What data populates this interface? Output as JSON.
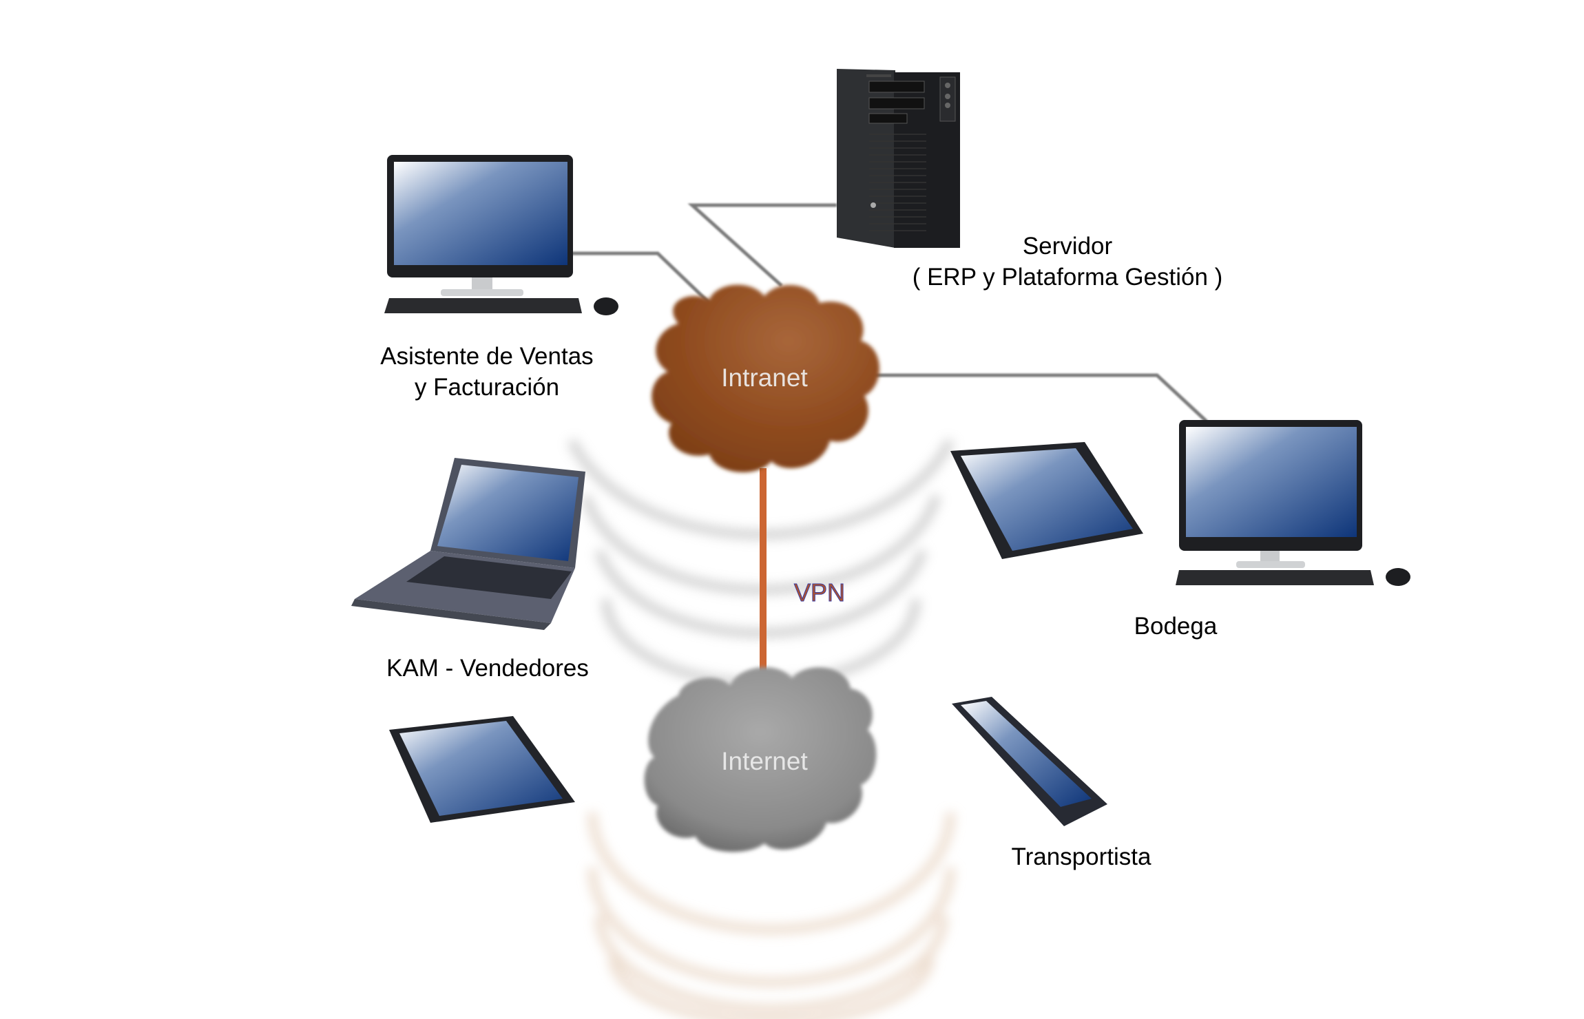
{
  "nodes": {
    "server": {
      "title": "Servidor",
      "subtitle": "( ERP y Plataforma Gestión )",
      "icon": "server-tower-icon"
    },
    "sales_assistant": {
      "line1": "Asistente de Ventas",
      "line2": "y Facturación",
      "icon": "desktop-computer-icon"
    },
    "kam": {
      "label": "KAM - Vendedores",
      "icons": [
        "laptop-icon",
        "tablet-icon"
      ]
    },
    "warehouse": {
      "label": "Bodega",
      "icons": [
        "desktop-computer-icon",
        "tablet-icon"
      ]
    },
    "carrier": {
      "label": "Transportista",
      "icon": "smartphone-icon"
    }
  },
  "networks": {
    "intranet": {
      "label": "Intranet",
      "color": "#8e4a1e"
    },
    "internet": {
      "label": "Internet",
      "color": "#8a8a8a"
    }
  },
  "link": {
    "label": "VPN",
    "color": "#cc6633"
  },
  "colors": {
    "screen_dark": "#0e3579",
    "screen_light": "#ffffff",
    "device_body": "#2a2c30",
    "connector": "#7a7a7a"
  }
}
